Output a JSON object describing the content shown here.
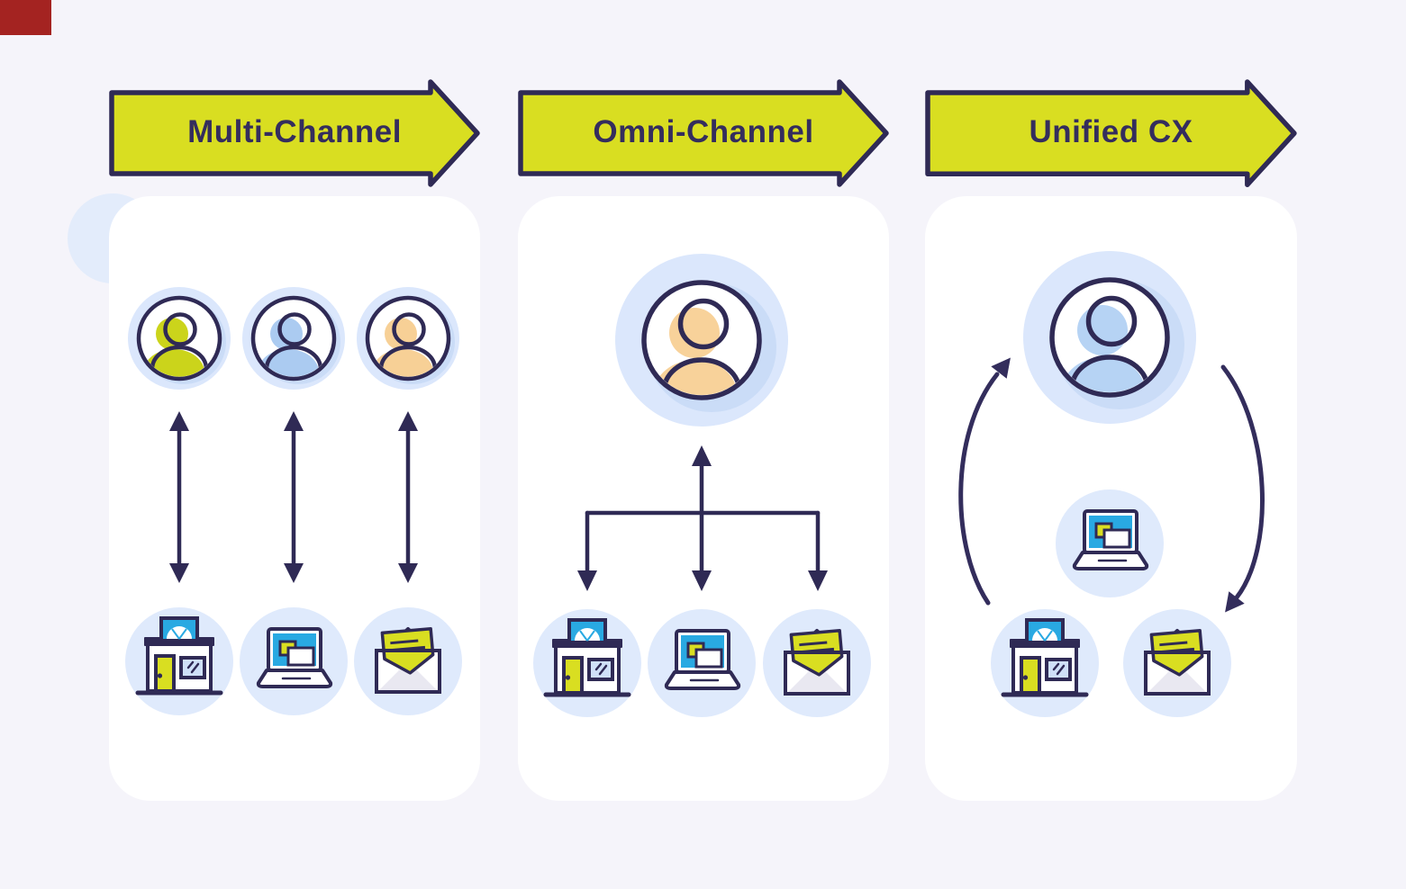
{
  "palette": {
    "background": "#f5f4fa",
    "card": "#ffffff",
    "ink_navy": "#2f2a55",
    "arrow_yellow": "#d9de21",
    "halo_blue": "#dbe7fc",
    "icon_halo_blue": "#dfeafc",
    "screen_cyan": "#29a9e2",
    "avatar_green": "#cbd41b",
    "avatar_blue": "#abcbf1",
    "avatar_peach": "#f7d096",
    "corner_marker_red": "#a42321"
  },
  "stages": [
    {
      "label": "Multi-Channel",
      "customers": [
        {
          "icon": "customer-avatar",
          "color": "green"
        },
        {
          "icon": "customer-avatar",
          "color": "blue"
        },
        {
          "icon": "customer-avatar",
          "color": "peach"
        }
      ],
      "connectors": [
        "two-way-arrow",
        "two-way-arrow",
        "two-way-arrow"
      ],
      "channels": [
        {
          "icon": "store"
        },
        {
          "icon": "laptop"
        },
        {
          "icon": "email"
        }
      ]
    },
    {
      "label": "Omni-Channel",
      "customers": [
        {
          "icon": "customer-avatar",
          "color": "peach"
        }
      ],
      "connectors": [
        "branching-two-way-arrow"
      ],
      "channels": [
        {
          "icon": "store"
        },
        {
          "icon": "laptop"
        },
        {
          "icon": "email"
        }
      ]
    },
    {
      "label": "Unified CX",
      "customers": [
        {
          "icon": "customer-avatar",
          "color": "blue"
        }
      ],
      "connectors": [
        "cycle-arrow-up",
        "cycle-arrow-down"
      ],
      "channels": [
        {
          "icon": "laptop"
        },
        {
          "icon": "store"
        },
        {
          "icon": "email"
        }
      ]
    }
  ]
}
